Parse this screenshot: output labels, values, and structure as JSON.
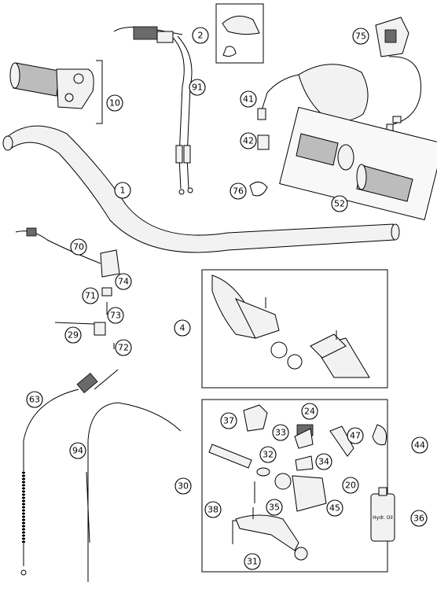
{
  "callouts": [
    {
      "id": "c1",
      "label": "1"
    },
    {
      "id": "c2",
      "label": "2"
    },
    {
      "id": "c4",
      "label": "4"
    },
    {
      "id": "c10",
      "label": "10"
    },
    {
      "id": "c20",
      "label": "20"
    },
    {
      "id": "c24",
      "label": "24"
    },
    {
      "id": "c29",
      "label": "29"
    },
    {
      "id": "c30",
      "label": "30"
    },
    {
      "id": "c31",
      "label": "31"
    },
    {
      "id": "c32",
      "label": "32"
    },
    {
      "id": "c33",
      "label": "33"
    },
    {
      "id": "c34",
      "label": "34"
    },
    {
      "id": "c35",
      "label": "35"
    },
    {
      "id": "c36",
      "label": "36"
    },
    {
      "id": "c37",
      "label": "37"
    },
    {
      "id": "c38",
      "label": "38"
    },
    {
      "id": "c41",
      "label": "41"
    },
    {
      "id": "c42",
      "label": "42"
    },
    {
      "id": "c44",
      "label": "44"
    },
    {
      "id": "c45",
      "label": "45"
    },
    {
      "id": "c47",
      "label": "47"
    },
    {
      "id": "c52",
      "label": "52"
    },
    {
      "id": "c63",
      "label": "63"
    },
    {
      "id": "c70",
      "label": "70"
    },
    {
      "id": "c71",
      "label": "71"
    },
    {
      "id": "c72",
      "label": "72"
    },
    {
      "id": "c73",
      "label": "73"
    },
    {
      "id": "c74",
      "label": "74"
    },
    {
      "id": "c75",
      "label": "75"
    },
    {
      "id": "c76",
      "label": "76"
    },
    {
      "id": "c91",
      "label": "91"
    },
    {
      "id": "c94",
      "label": "94"
    }
  ],
  "oil_bottle_label": "Hydr. Oil"
}
